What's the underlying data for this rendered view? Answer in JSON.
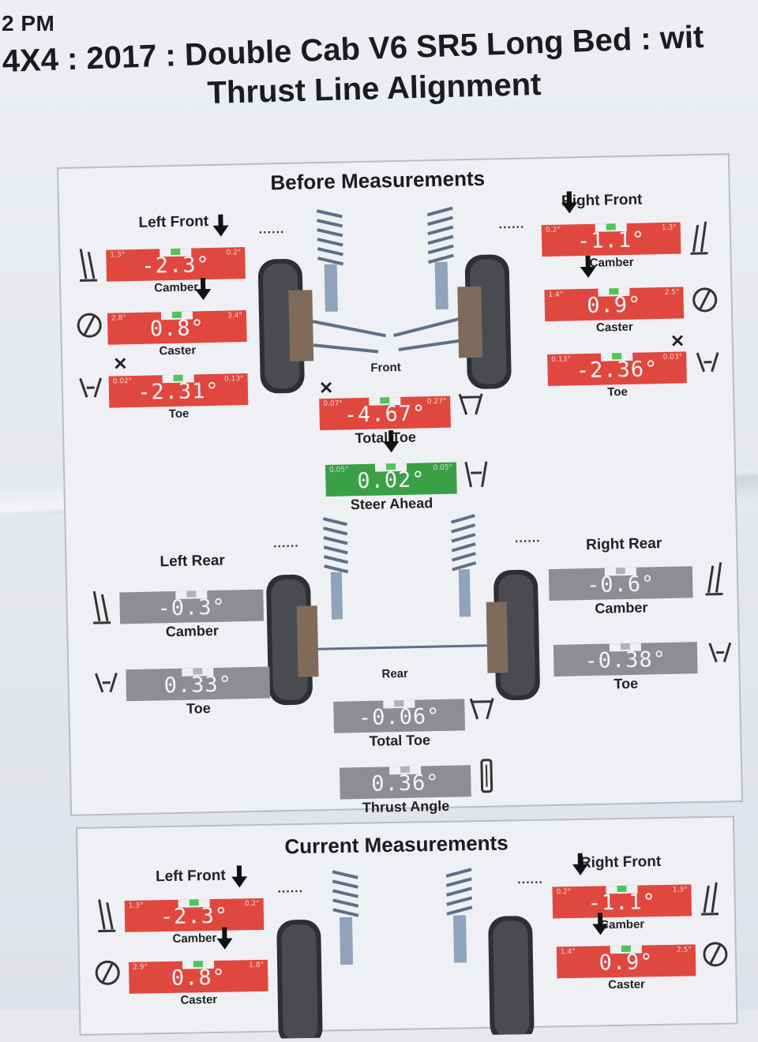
{
  "header": {
    "time": "2 PM",
    "vehicle": "4X4 : 2017 : Double Cab V6 SR5 Long Bed : wit",
    "mode": "Thrust Line Alignment"
  },
  "before": {
    "title": "Before Measurements",
    "left_front": {
      "label": "Left Front",
      "camber": {
        "value": "-2.3°",
        "caption": "Camber",
        "min": "1.3°",
        "max": "0.2°",
        "status": "red"
      },
      "caster": {
        "value": "0.8°",
        "caption": "Caster",
        "min": "2.8°",
        "max": "3.4°",
        "status": "red"
      },
      "toe": {
        "value": "-2.31°",
        "caption": "Toe",
        "min": "0.02°",
        "max": "0.13°",
        "status": "red"
      }
    },
    "right_front": {
      "label": "Right Front",
      "camber": {
        "value": "-1.1°",
        "caption": "Camber",
        "min": "0.2°",
        "max": "1.3°",
        "status": "red"
      },
      "caster": {
        "value": "0.9°",
        "caption": "Caster",
        "min": "1.4°",
        "max": "2.5°",
        "status": "red"
      },
      "toe": {
        "value": "-2.36°",
        "caption": "Toe",
        "min": "0.13°",
        "max": "0.03°",
        "status": "red"
      }
    },
    "front_label": "Front",
    "total_toe_front": {
      "value": "-4.67°",
      "caption": "Total Toe",
      "min": "0.07°",
      "max": "0.27°",
      "status": "red"
    },
    "steer_ahead": {
      "value": "0.02°",
      "caption": "Steer Ahead",
      "min": "0.05°",
      "max": "0.05°",
      "status": "green"
    },
    "left_rear": {
      "label": "Left Rear",
      "camber": {
        "value": "-0.3°",
        "caption": "Camber",
        "status": "gray"
      },
      "toe": {
        "value": "0.33°",
        "caption": "Toe",
        "status": "gray"
      }
    },
    "right_rear": {
      "label": "Right Rear",
      "camber": {
        "value": "-0.6°",
        "caption": "Camber",
        "status": "gray"
      },
      "toe": {
        "value": "-0.38°",
        "caption": "Toe",
        "status": "gray"
      }
    },
    "rear_label": "Rear",
    "total_toe_rear": {
      "value": "-0.06°",
      "caption": "Total Toe",
      "status": "gray"
    },
    "thrust_angle": {
      "value": "0.36°",
      "caption": "Thrust Angle",
      "status": "gray"
    }
  },
  "current": {
    "title": "Current Measurements",
    "left_front": {
      "label": "Left Front",
      "camber": {
        "value": "-2.3°",
        "caption": "Camber",
        "min": "1.3°",
        "max": "0.2°",
        "status": "red"
      },
      "caster": {
        "value": "0.8°",
        "caption": "Caster",
        "min": "2.9°",
        "max": "1.8°",
        "status": "red"
      }
    },
    "right_front": {
      "label": "Right Front",
      "camber": {
        "value": "-1.1°",
        "caption": "Camber",
        "min": "0.2°",
        "max": "1.3°",
        "status": "red"
      },
      "caster": {
        "value": "0.9°",
        "caption": "Caster",
        "min": "1.4°",
        "max": "2.5°",
        "status": "red"
      }
    }
  },
  "colors": {
    "out_of_spec": "#e0483f",
    "in_spec": "#3aa046",
    "no_spec": "#8c8e93"
  },
  "icons": [
    "camber-icon",
    "caster-icon",
    "toe-icon",
    "coil-spring-icon",
    "tire-icon",
    "x-mark-icon",
    "down-arrow-icon"
  ]
}
